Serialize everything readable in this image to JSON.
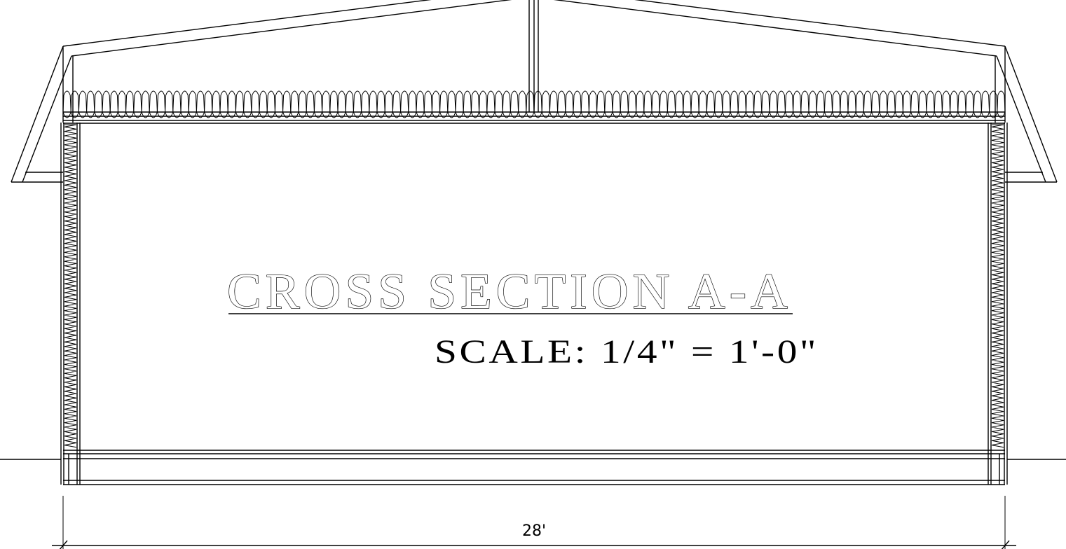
{
  "drawing": {
    "title": "CROSS SECTION A-A",
    "scale_text": "SCALE: 1/4\" = 1'-0\"",
    "width_dimension": "28'"
  },
  "colors": {
    "line": "#000000",
    "background": "#ffffff"
  }
}
